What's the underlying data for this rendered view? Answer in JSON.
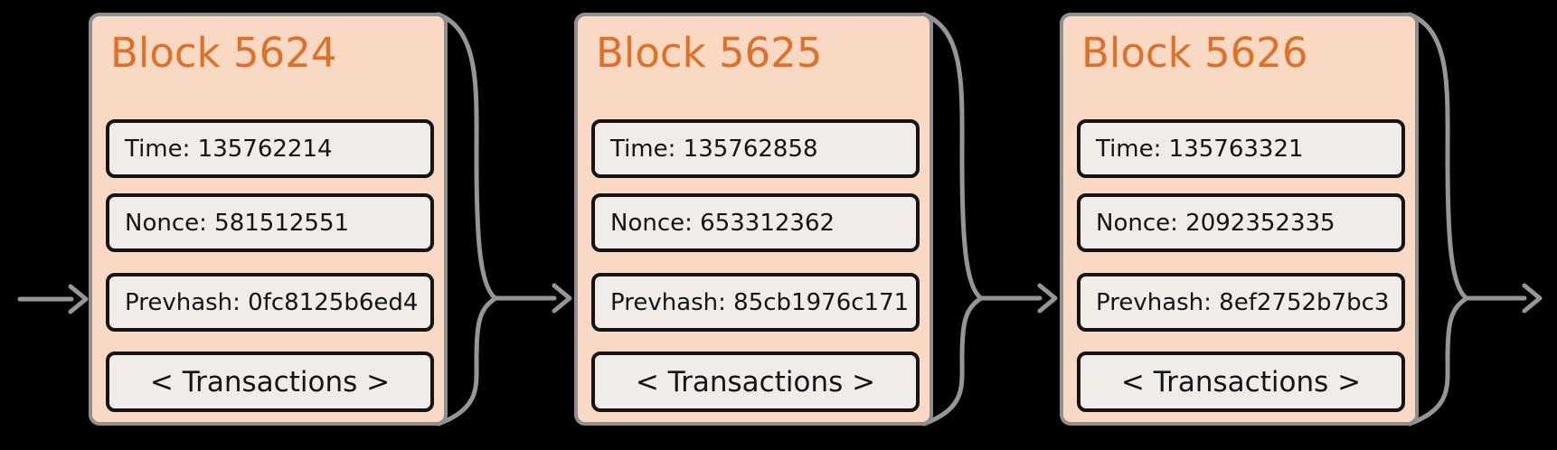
{
  "colors": {
    "background": "#000000",
    "block_fill": "#fad9c4",
    "block_border": "#8f8f8f",
    "title_color": "#e07026",
    "field_fill": "#f2ece9",
    "field_border": "#141414",
    "field_text": "#141414",
    "connector": "#969696"
  },
  "blocks": [
    {
      "title": "Block 5624",
      "time": "Time: 135762214",
      "nonce": "Nonce: 581512551",
      "prevhash": "Prevhash: 0fc8125b6ed4",
      "transactions": "< Transactions >"
    },
    {
      "title": "Block 5625",
      "time": "Time: 135762858",
      "nonce": "Nonce: 653312362",
      "prevhash": "Prevhash: 85cb1976c171",
      "transactions": "< Transactions >"
    },
    {
      "title": "Block 5626",
      "time": "Time: 135763321",
      "nonce": "Nonce: 2092352335",
      "prevhash": "Prevhash: 8ef2752b7bc3",
      "transactions": "< Transactions >"
    }
  ]
}
